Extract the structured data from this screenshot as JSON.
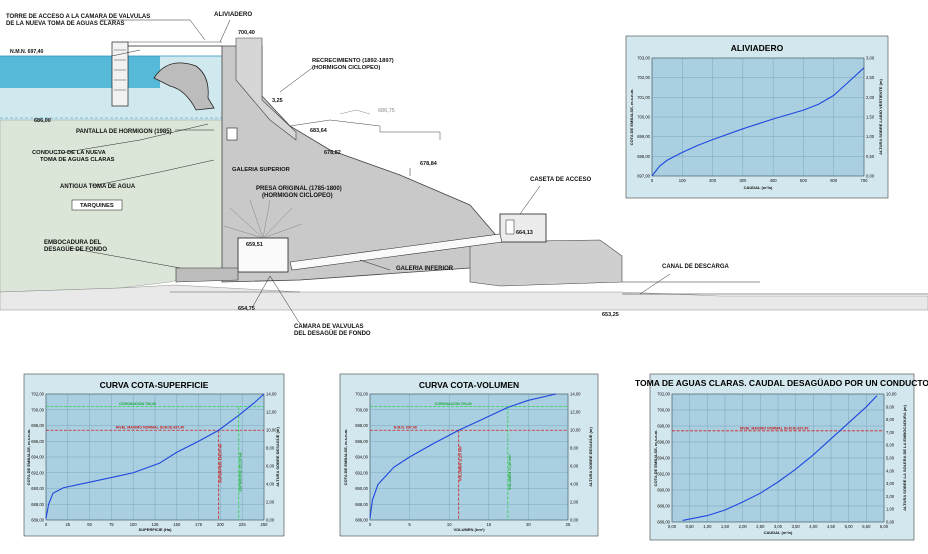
{
  "section": {
    "labels": {
      "tower_l1": "TORRE DE ACCESO A LA CAMARA DE VALVULAS",
      "tower_l2": "DE LA NUEVA TOMA DE AGUAS CLARAS",
      "spillway": "ALIVIADERO",
      "crest_elev": "700,40",
      "nmn": "N.M.N. 697,40",
      "regrowth_l1": "RECRECIMIENTO (1892-1897)",
      "regrowth_l2": "(HORMIGON CICLOPEO)",
      "dim_325": "3,25",
      "elev_68675": "686,75",
      "elev_68600": "686,00",
      "pantalla": "PANTALLA DE HORMIGON (1985)",
      "elev_68364": "683,64",
      "conduit_l1": "CONDUCTO DE LA NUEVA",
      "conduit_l2": "TOMA DE AGUAS CLARAS",
      "elev_67882": "678,82",
      "upper_gallery": "GALERIA SUPERIOR",
      "elev_67884": "678,84",
      "old_intake": "ANTIGUA TOMA DE AGUA",
      "original_l1": "PRESA ORIGINAL (1785-1800)",
      "original_l2": "(HORMIGON CICLOPEO)",
      "access_hut": "CASETA DE ACCESO",
      "tarquines": "TARQUINES",
      "elev_66413": "664,13",
      "bottom_l1": "EMBOCADURA DEL",
      "bottom_l2": "DESAGÜE DE FONDO",
      "elev_65951": "659,51",
      "lower_gallery": "GALERIA INFERIOR",
      "canal": "CANAL DE DESCARGA",
      "elev_65475": "654,75",
      "elev_65325": "653,25",
      "chamber_l1": "CAMARA DE VALVULAS",
      "chamber_l2": "DEL DESAGÜE DE FONDO"
    }
  },
  "charts": {
    "spillway": {
      "title": "ALIVIADERO",
      "ylabel": "COTA DE EMBALSE, m.s.n.m.",
      "y2label": "ALTURA SOBRE LABIO VERTIENTE (m)",
      "xlabel": "CAUDAL (m³/s)",
      "yticks": [
        "697,00",
        "698,00",
        "699,00",
        "700,00",
        "701,00",
        "702,00",
        "703,00"
      ],
      "y2ticks": [
        "0,00",
        "0,50",
        "1,00",
        "1,50",
        "2,00",
        "2,50",
        "3,00"
      ],
      "xticks": [
        "0",
        "100",
        "200",
        "300",
        "400",
        "500",
        "600",
        "700"
      ]
    },
    "surface": {
      "title": "CURVA COTA-SUPERFICIE",
      "ylabel": "COTA DE EMBALSE, m.s.n.m.",
      "y2label": "ALTURA SOBRE DESAGÜE (m)",
      "xlabel": "SUPERFICIE (Ha)",
      "yticks": [
        "686,00",
        "688,00",
        "690,00",
        "692,00",
        "694,00",
        "696,00",
        "698,00",
        "700,00",
        "702,00"
      ],
      "y2ticks": [
        "0,00",
        "2,00",
        "4,00",
        "6,00",
        "8,00",
        "10,00",
        "12,00",
        "14,00"
      ],
      "xticks": [
        "0",
        "25",
        "50",
        "75",
        "100",
        "125",
        "150",
        "175",
        "200",
        "225",
        "250"
      ],
      "ann_green": "CORONACION 700,40",
      "ann_red": "NIVEL MAXIMO NORMAL (N.M.N) 697,40",
      "ann_vred": "SUPERFICIE 198,00 Ha",
      "ann_vgreen": "SUPERFICIE 221,00 Ha"
    },
    "volume": {
      "title": "CURVA COTA-VOLUMEN",
      "ylabel": "COTA DE EMBALSE, m.s.n.m.",
      "y2label": "ALTURA SOBRE DESAGÜE (m)",
      "xlabel": "VOLUMEN (hm³)",
      "yticks": [
        "686,00",
        "688,00",
        "690,00",
        "692,00",
        "694,00",
        "696,00",
        "698,00",
        "700,00",
        "702,00"
      ],
      "y2ticks": [
        "0,00",
        "2,00",
        "4,00",
        "6,00",
        "8,00",
        "10,00",
        "12,00",
        "14,00"
      ],
      "xticks": [
        "0",
        "5",
        "10",
        "15",
        "20",
        "25"
      ],
      "ann_green": "CORONACION 700,40",
      "ann_red": "N.M.N. 697,40",
      "ann_vred": "VOLUMEN 11,20 hm³",
      "ann_vgreen": "VOLUMEN 17,40 hm³"
    },
    "intake": {
      "title": "TOMA DE AGUAS CLARAS. CAUDAL DESAGÜADO POR UN CONDUCTO",
      "ylabel": "COTA DE EMBALSE, m.s.n.m.",
      "y2label": "ALTURA SOBRE LA SOLERA DE LA EMBOCADURA (m)",
      "xlabel": "CAUDAL (m³/s)",
      "yticks": [
        "686,00",
        "688,00",
        "690,00",
        "692,00",
        "694,00",
        "696,00",
        "698,00",
        "700,00",
        "702,00"
      ],
      "y2ticks": [
        "0,00",
        "1,00",
        "2,00",
        "3,00",
        "4,00",
        "5,00",
        "6,00",
        "7,00",
        "8,00",
        "9,00",
        "10,00"
      ],
      "xticks": [
        "0,00",
        "0,50",
        "1,00",
        "1,50",
        "2,00",
        "2,50",
        "3,00",
        "3,50",
        "4,00",
        "4,50",
        "5,00",
        "5,50",
        "6,00"
      ],
      "ann_red": "NIVEL MAXIMO NORMAL (N.M.N) 697,40"
    }
  },
  "chart_data": [
    {
      "type": "line",
      "title": "ALIVIADERO",
      "xlabel": "CAUDAL (m³/s)",
      "ylabel": "COTA DE EMBALSE, m.s.n.m.",
      "xlim": [
        0,
        700
      ],
      "ylim": [
        697,
        703
      ],
      "x": [
        0,
        25,
        50,
        100,
        150,
        200,
        300,
        400,
        500,
        550,
        600,
        650,
        700
      ],
      "y": [
        697.0,
        697.5,
        697.8,
        698.2,
        698.55,
        698.85,
        699.4,
        699.9,
        700.35,
        700.65,
        701.1,
        701.8,
        702.5
      ]
    },
    {
      "type": "line",
      "title": "CURVA COTA-SUPERFICIE",
      "xlabel": "SUPERFICIE (Ha)",
      "ylabel": "COTA DE EMBALSE, m.s.n.m.",
      "xlim": [
        0,
        250
      ],
      "ylim": [
        686,
        702
      ],
      "x": [
        0,
        3,
        8,
        20,
        50,
        100,
        130,
        150,
        175,
        198,
        221,
        240,
        250
      ],
      "y": [
        686.2,
        688.0,
        689.4,
        690.1,
        690.8,
        692.0,
        693.2,
        694.6,
        696.0,
        697.4,
        699.3,
        701.0,
        702.0
      ]
    },
    {
      "type": "line",
      "title": "CURVA COTA-VOLUMEN",
      "xlabel": "VOLUMEN (hm³)",
      "ylabel": "COTA DE EMBALSE, m.s.n.m.",
      "xlim": [
        0,
        25
      ],
      "ylim": [
        686,
        702
      ],
      "x": [
        0,
        0.3,
        1,
        3,
        5,
        8,
        11.2,
        14,
        17.4,
        20,
        23.5
      ],
      "y": [
        686.2,
        688.5,
        690.5,
        692.7,
        694.0,
        695.7,
        697.4,
        698.7,
        700.3,
        701.2,
        702.0
      ]
    },
    {
      "type": "line",
      "title": "TOMA DE AGUAS CLARAS. CAUDAL DESAGÜADO POR UN CONDUCTO",
      "xlabel": "CAUDAL (m³/s)",
      "ylabel": "COTA DE EMBALSE, m.s.n.m.",
      "xlim": [
        0,
        6
      ],
      "ylim": [
        686,
        702
      ],
      "x": [
        0.3,
        1.0,
        1.5,
        2.0,
        2.5,
        3.0,
        3.5,
        4.0,
        4.5,
        5.0,
        5.5,
        5.8
      ],
      "y": [
        686.2,
        686.8,
        687.5,
        688.5,
        689.6,
        691.0,
        692.6,
        694.4,
        696.4,
        698.4,
        700.4,
        701.8
      ]
    }
  ]
}
